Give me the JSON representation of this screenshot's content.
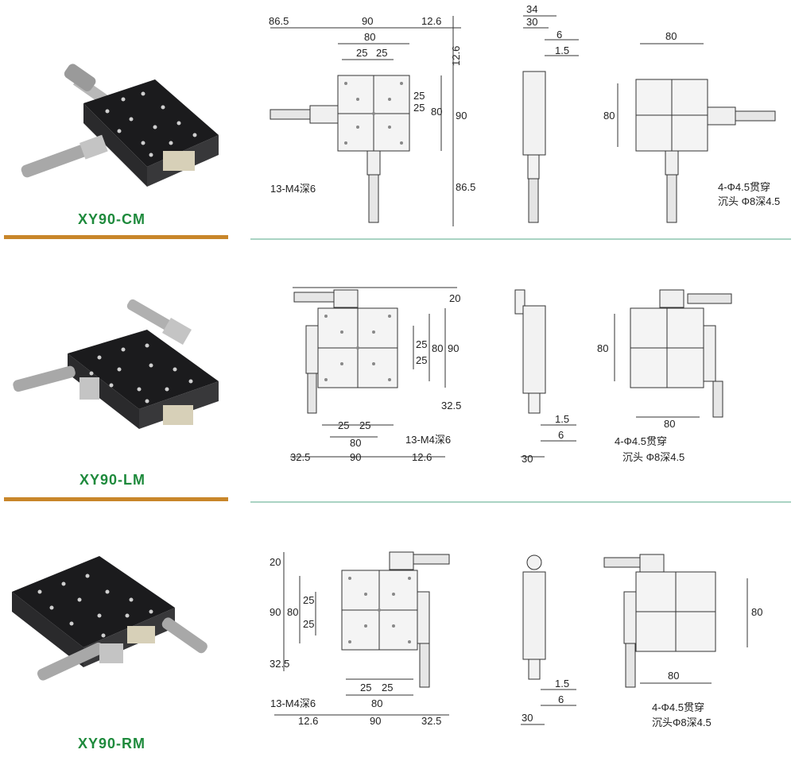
{
  "colors": {
    "label_green": "#1e8a3c",
    "divider_orange": "#c8862a",
    "divider_green": "#a9d3c3",
    "stage_black": "#1b1b1d"
  },
  "sections": [
    {
      "model": "XY90-CM",
      "top_view": {
        "top_dims": [
          "86.5",
          "90",
          "12.6",
          "80",
          "25",
          "25"
        ],
        "right_dims": [
          "12.6",
          "25",
          "25",
          "80",
          "90",
          "86.5"
        ],
        "callout": "13-M4深6"
      },
      "side_view": {
        "dims": [
          "34",
          "30",
          "6",
          "1.5"
        ]
      },
      "bottom_view": {
        "dims": [
          "80",
          "80"
        ],
        "callout_line1": "4-Φ4.5贯穿",
        "callout_line2": "沉头 Φ8深4.5"
      }
    },
    {
      "model": "XY90-LM",
      "top_view": {
        "bottom_dims": [
          "25",
          "25",
          "80",
          "32.5",
          "90",
          "12.6"
        ],
        "right_dims": [
          "20",
          "25",
          "25",
          "80",
          "90",
          "32.5"
        ],
        "callout": "13-M4深6"
      },
      "side_view": {
        "dims": [
          "1.5",
          "6",
          "30"
        ]
      },
      "bottom_view": {
        "dims": [
          "80",
          "80"
        ],
        "callout_line1": "4-Φ4.5贯穿",
        "callout_line2": "沉头 Φ8深4.5"
      }
    },
    {
      "model": "XY90-RM",
      "top_view": {
        "bottom_dims": [
          "25",
          "25",
          "80",
          "12.6",
          "90",
          "32.5"
        ],
        "left_dims": [
          "20",
          "90",
          "80",
          "25",
          "25",
          "32.5"
        ],
        "callout": "13-M4深6"
      },
      "side_view": {
        "dims": [
          "1.5",
          "6",
          "30"
        ]
      },
      "bottom_view": {
        "dims": [
          "80",
          "80"
        ],
        "callout_line1": "4-Φ4.5贯穿",
        "callout_line2": "沉头Φ8深4.5"
      }
    }
  ]
}
